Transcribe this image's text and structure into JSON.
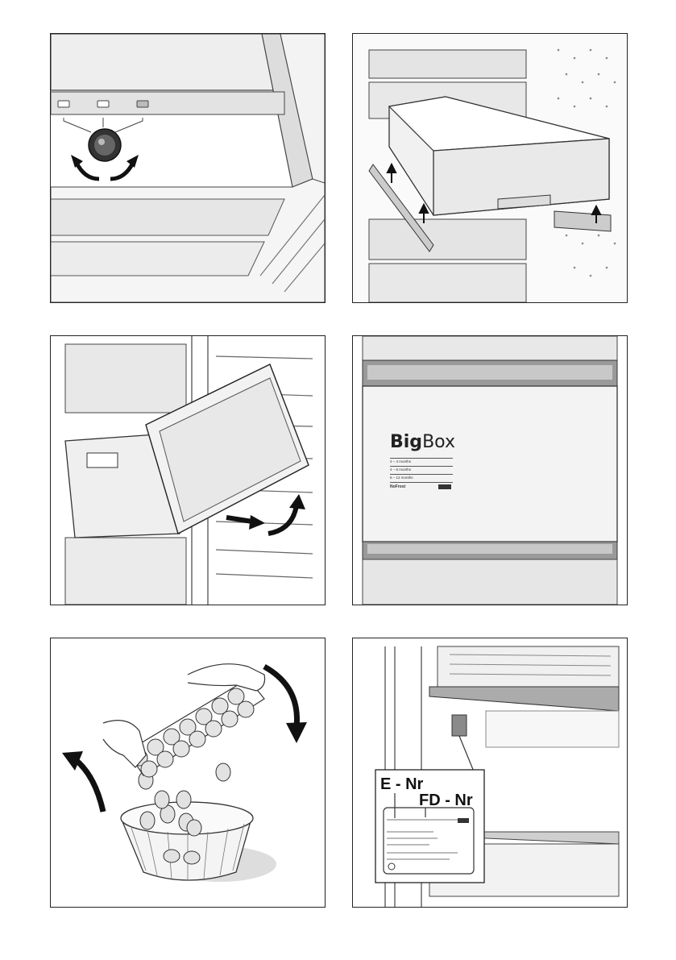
{
  "panels": [
    {
      "id": "control-knob"
    },
    {
      "id": "drawer-removal"
    },
    {
      "id": "drawer-tilt"
    },
    {
      "id": "bigbox-drawer",
      "brand_bold": "Big",
      "brand_light": "Box",
      "rows": [
        {
          "label": "2 – 4 months"
        },
        {
          "label": "4 – 6 months"
        },
        {
          "label": "6 – 12 months"
        }
      ],
      "nofrost": "NoFrost"
    },
    {
      "id": "egg-tray"
    },
    {
      "id": "rating-plate",
      "e_nr": "E - Nr",
      "fd_nr": "FD - Nr"
    }
  ]
}
